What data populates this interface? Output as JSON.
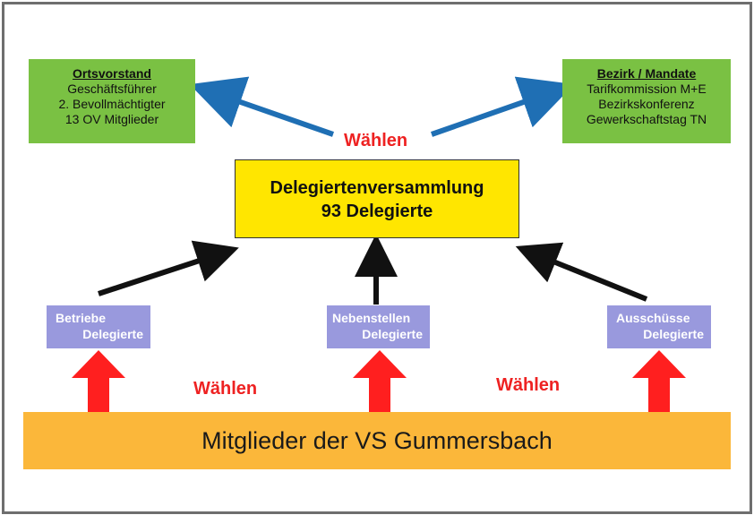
{
  "ortsvorstand": {
    "title": "Ortsvorstand",
    "lines": [
      "Geschäftsführer",
      "2. Bevollmächtigter",
      "13 OV Mitglieder"
    ]
  },
  "bezirk": {
    "title": "Bezirk / Mandate",
    "lines": [
      "Tarifkommission M+E",
      "Bezirkskonferenz",
      "Gewerkschaftstag TN"
    ]
  },
  "center": {
    "line1": "Delegiertenversammlung",
    "line2": "93 Delegierte"
  },
  "waehlen_label": "Wählen",
  "sources": [
    {
      "line1": "Betriebe",
      "line2": "Delegierte"
    },
    {
      "line1": "Nebenstellen",
      "line2": "Delegierte"
    },
    {
      "line1": "Ausschüsse",
      "line2": "Delegierte"
    }
  ],
  "members_bar": "Mitglieder der VS Gummersbach",
  "colors": {
    "green_box": "#7ac143",
    "yellow_box": "#ffe600",
    "purple_box": "#9999dd",
    "orange_bar": "#fbb73a",
    "red_text": "#ee2222",
    "blue_arrow": "#1f6fb4",
    "black_arrow": "#111111",
    "red_arrow": "#ff1f1f"
  }
}
